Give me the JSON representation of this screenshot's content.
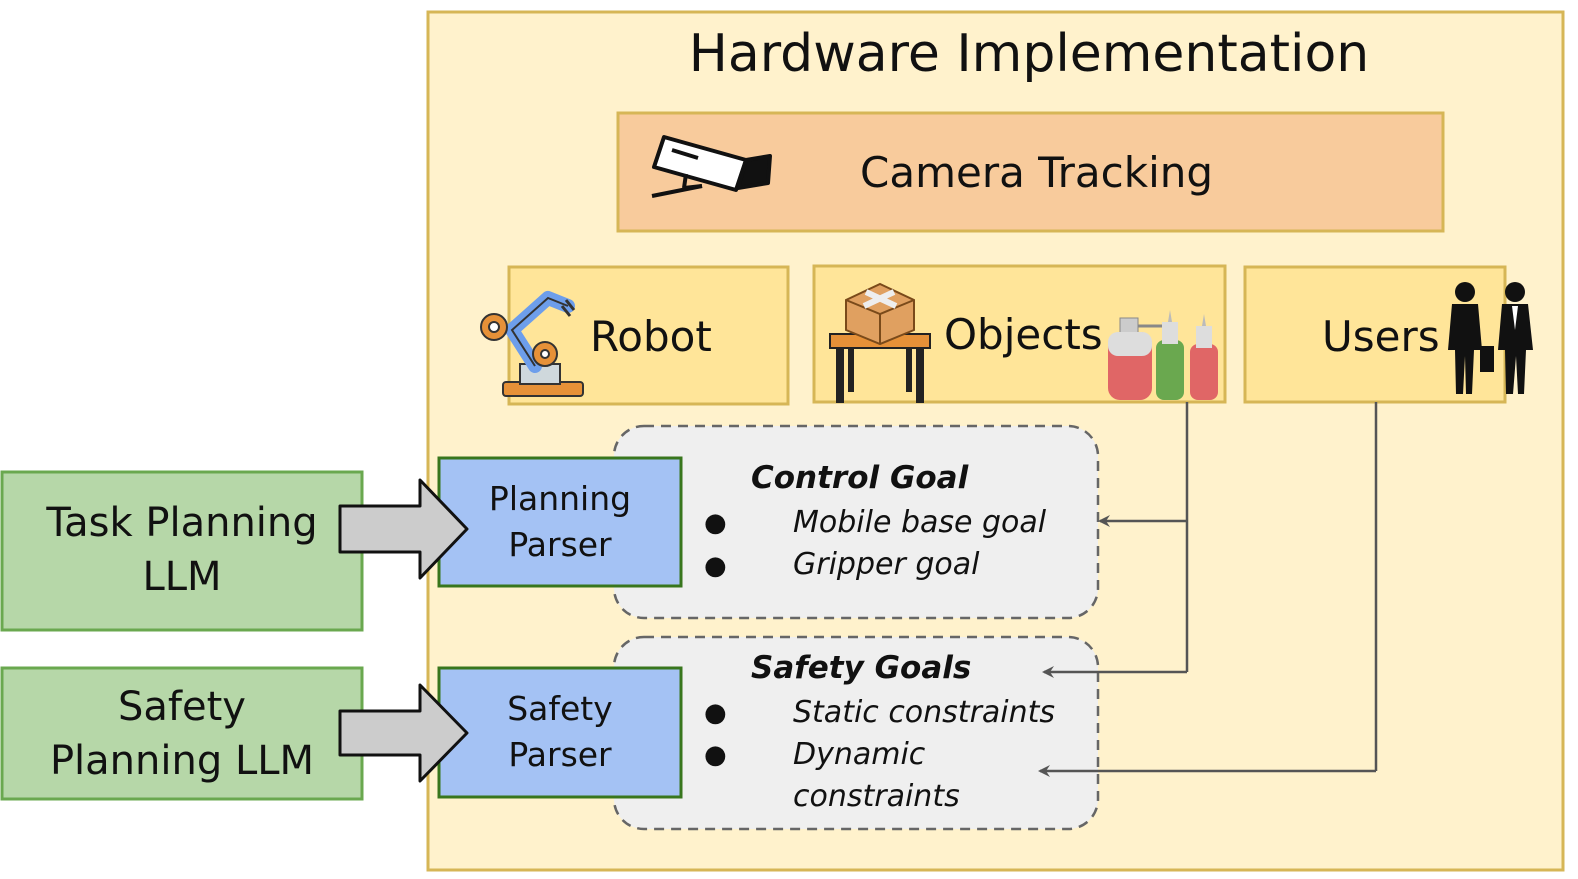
{
  "hardware": {
    "title": "Hardware Implementation",
    "camera_label": "Camera Tracking",
    "robot_label": "Robot",
    "objects_label": "Objects",
    "users_label": "Users"
  },
  "llms": {
    "task_line1": "Task Planning",
    "task_line2": "LLM",
    "safety_line1": "Safety",
    "safety_line2": "Planning LLM"
  },
  "parsers": {
    "planning_line1": "Planning",
    "planning_line2": "Parser",
    "safety_line1": "Safety",
    "safety_line2": "Parser"
  },
  "control_goal": {
    "title": "Control Goal",
    "items": [
      "Mobile base goal",
      "Gripper goal"
    ]
  },
  "safety_goals": {
    "title": "Safety Goals",
    "items": [
      "Static constraints",
      "Dynamic",
      "constraints"
    ]
  },
  "icons": [
    "camera-icon",
    "robot-arm-icon",
    "box-on-table-icon",
    "bottles-icon",
    "users-icon"
  ],
  "colors": {
    "hardware_fill": "#fff2cc",
    "hardware_border": "#d6b656",
    "camera_fill": "#f8cb9c",
    "module_fill": "#ffe599",
    "llm_fill": "#b6d7a8",
    "llm_border": "#6aa84f",
    "parser_fill": "#a4c2f4",
    "parser_border": "#38761d",
    "goal_fill": "#efefef",
    "arrow_fill": "#cccccc"
  }
}
